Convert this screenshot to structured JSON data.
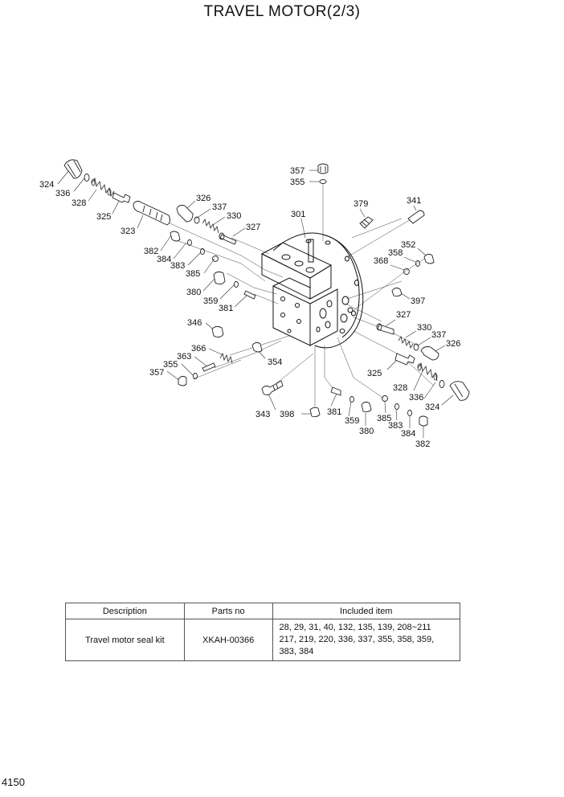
{
  "title": "TRAVEL MOTOR(2/3)",
  "page_number": "4150",
  "callouts": [
    {
      "id": "c324a",
      "label": "324"
    },
    {
      "id": "c336a",
      "label": "336"
    },
    {
      "id": "c328a",
      "label": "328"
    },
    {
      "id": "c325a",
      "label": "325"
    },
    {
      "id": "c323",
      "label": "323"
    },
    {
      "id": "c326a",
      "label": "326"
    },
    {
      "id": "c337a",
      "label": "337"
    },
    {
      "id": "c330a",
      "label": "330"
    },
    {
      "id": "c327a",
      "label": "327"
    },
    {
      "id": "c382a",
      "label": "382"
    },
    {
      "id": "c384a",
      "label": "384"
    },
    {
      "id": "c383a",
      "label": "383"
    },
    {
      "id": "c385a",
      "label": "385"
    },
    {
      "id": "c380a",
      "label": "380"
    },
    {
      "id": "c359a",
      "label": "359"
    },
    {
      "id": "c381a",
      "label": "381"
    },
    {
      "id": "c346",
      "label": "346"
    },
    {
      "id": "c366",
      "label": "366"
    },
    {
      "id": "c363",
      "label": "363"
    },
    {
      "id": "c355a",
      "label": "355"
    },
    {
      "id": "c357a",
      "label": "357"
    },
    {
      "id": "c354",
      "label": "354"
    },
    {
      "id": "c343",
      "label": "343"
    },
    {
      "id": "c398",
      "label": "398"
    },
    {
      "id": "c357b",
      "label": "357"
    },
    {
      "id": "c355b",
      "label": "355"
    },
    {
      "id": "c301",
      "label": "301"
    },
    {
      "id": "c379",
      "label": "379"
    },
    {
      "id": "c341",
      "label": "341"
    },
    {
      "id": "c352",
      "label": "352"
    },
    {
      "id": "c358",
      "label": "358"
    },
    {
      "id": "c368",
      "label": "368"
    },
    {
      "id": "c397",
      "label": "397"
    },
    {
      "id": "c327b",
      "label": "327"
    },
    {
      "id": "c330b",
      "label": "330"
    },
    {
      "id": "c337b",
      "label": "337"
    },
    {
      "id": "c326b",
      "label": "326"
    },
    {
      "id": "c325b",
      "label": "325"
    },
    {
      "id": "c328b",
      "label": "328"
    },
    {
      "id": "c336b",
      "label": "336"
    },
    {
      "id": "c324b",
      "label": "324"
    },
    {
      "id": "c381b",
      "label": "381"
    },
    {
      "id": "c359b",
      "label": "359"
    },
    {
      "id": "c380b",
      "label": "380"
    },
    {
      "id": "c385b",
      "label": "385"
    },
    {
      "id": "c383b",
      "label": "383"
    },
    {
      "id": "c384b",
      "label": "384"
    },
    {
      "id": "c382b",
      "label": "382"
    }
  ],
  "table": {
    "headers": [
      "Description",
      "Parts no",
      "Included item"
    ],
    "rows": [
      {
        "description": "Travel motor seal kit",
        "parts_no": "XKAH-00366",
        "included_lines": [
          "28, 29, 31, 40, 132, 135, 139, 208~211",
          "217, 219, 220, 336, 337, 355, 358, 359,",
          "383, 384"
        ]
      }
    ]
  }
}
